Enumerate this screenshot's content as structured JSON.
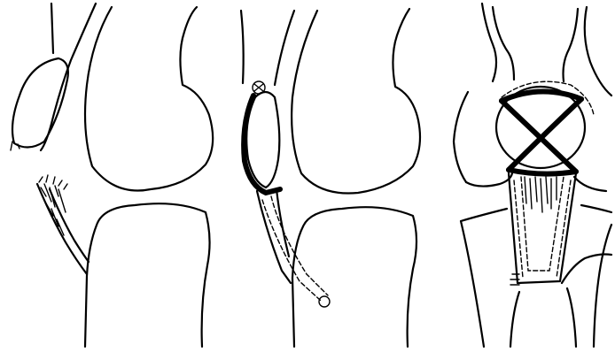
{
  "figure": {
    "panels": [
      {
        "id": "ruptured",
        "structures": [
          "femur",
          "tibia",
          "patella",
          "torn-patellar-tendon"
        ]
      },
      {
        "id": "lateral-repair",
        "structures": [
          "femur",
          "tibia",
          "patella",
          "cerclage-wire",
          "tendon-graft"
        ]
      },
      {
        "id": "anterior-repair",
        "structures": [
          "femur",
          "tibia",
          "patella",
          "figure-eight-wire",
          "tendon-graft"
        ]
      }
    ],
    "colors": {
      "line": "#000000",
      "background": "#ffffff"
    }
  }
}
